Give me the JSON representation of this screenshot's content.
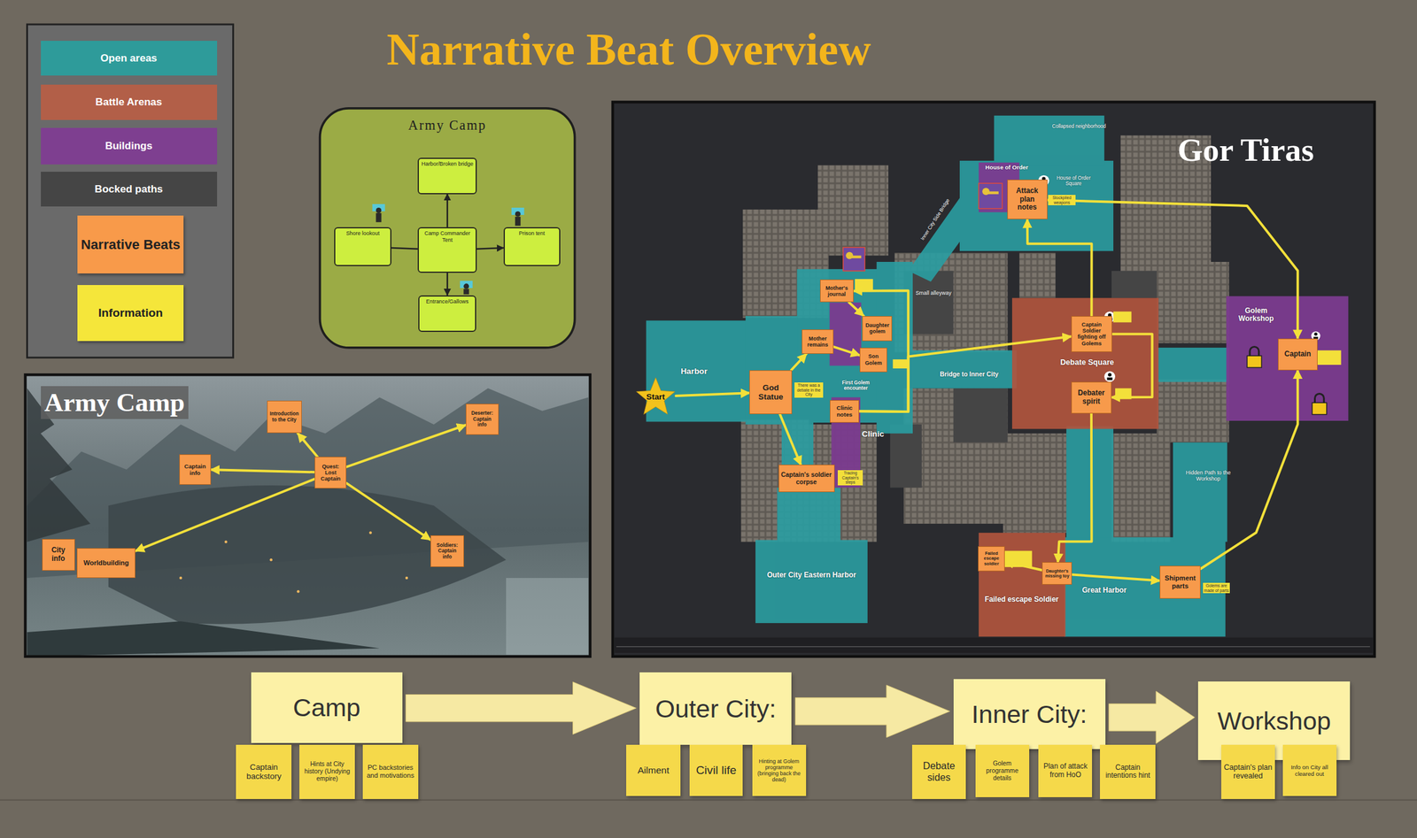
{
  "diagram": {
    "title": "Narrative Beat Overview",
    "nodes": [
      {
        "text": [
          "Army Camp"
        ]
      },
      {
        "text": [
          "Harbor/Broken bridge"
        ],
        "in": 0
      },
      {
        "text": [
          "Shore lookout"
        ],
        "in": 0
      },
      {
        "text": [
          "Camp Commander Tent"
        ],
        "in": 0
      },
      {
        "text": [
          "Prison tent"
        ],
        "in": 0
      },
      {
        "text": [
          "Entrance/Gallows"
        ],
        "in": 0
      },
      {
        "text": [
          "Army Camp"
        ]
      },
      {
        "text": [
          "Introduction to the City"
        ],
        "in": 6
      },
      {
        "text": [
          "Deserter: Captain info"
        ],
        "in": 6
      },
      {
        "text": [
          "Captain info"
        ],
        "in": 6
      },
      {
        "text": [
          "Quest: Lost Captain"
        ],
        "in": 6
      },
      {
        "text": [
          "City info"
        ],
        "in": 6
      },
      {
        "text": [
          "Worldbuilding"
        ],
        "in": 6
      },
      {
        "text": [
          "Soldiers: Captain info"
        ],
        "in": 6
      },
      {
        "text": [
          "Gor Tiras"
        ]
      },
      {
        "text": [
          "Attack plan notes"
        ],
        "in": 14
      },
      {
        "text": [
          "Mother's journal"
        ],
        "in": 14
      },
      {
        "text": [
          "Daughter golem"
        ],
        "in": 14
      },
      {
        "text": [
          "Mother remains"
        ],
        "in": 14
      },
      {
        "text": [
          "Son Golem"
        ],
        "in": 14
      },
      {
        "text": [
          "Captain Soldier fighting off Golems"
        ],
        "in": 14
      },
      {
        "text": [
          "Start"
        ],
        "in": 14
      },
      {
        "text": [
          "God Statue"
        ],
        "in": 14
      },
      {
        "text": [
          "Debater spirit"
        ],
        "in": 14
      },
      {
        "text": [
          "Captain"
        ],
        "in": 14
      },
      {
        "text": [
          "Clinic notes"
        ],
        "in": 14
      },
      {
        "text": [
          "Captain's soldier corpse"
        ],
        "in": 14
      },
      {
        "text": [
          "Failed escape soldier"
        ],
        "in": 14
      },
      {
        "text": [
          "Daughter's missing toy"
        ],
        "in": 14
      },
      {
        "text": [
          "Shipment parts"
        ],
        "in": 14
      },
      {
        "text": [
          "Camp"
        ]
      },
      {
        "text": [
          "Captain backstory"
        ]
      },
      {
        "text": [
          "Hints at City history (Undying empire)"
        ]
      },
      {
        "text": [
          "PC backstories and motivations"
        ]
      },
      {
        "text": [
          "Outer City:"
        ]
      },
      {
        "text": [
          "Ailment"
        ]
      },
      {
        "text": [
          "Civil life"
        ]
      },
      {
        "text": [
          "Hinting at Golem programme (bringing back the dead)"
        ]
      },
      {
        "text": [
          "Inner City:"
        ]
      },
      {
        "text": [
          "Debate sides"
        ]
      },
      {
        "text": [
          "Golem programme details"
        ]
      },
      {
        "text": [
          "Plan of attack from HoO"
        ]
      },
      {
        "text": [
          "Captain intentions hint"
        ]
      },
      {
        "text": [
          "Workshop"
        ]
      },
      {
        "text": [
          "Captain's plan revealed"
        ]
      },
      {
        "text": [
          "Info on City all cleared out"
        ]
      }
    ],
    "edges": [
      {
        "from": 3,
        "to": 1,
        "arrow": "to"
      },
      {
        "from": 3,
        "to": 4,
        "arrow": "to"
      },
      {
        "from": 3,
        "to": 5,
        "arrow": "to"
      },
      {
        "from": 2,
        "to": 3,
        "arrow": "none"
      },
      {
        "from": 10,
        "to": 7,
        "arrow": "to"
      },
      {
        "from": 10,
        "to": 8,
        "arrow": "to"
      },
      {
        "from": 10,
        "to": 9,
        "arrow": "to"
      },
      {
        "from": 10,
        "to": 12,
        "arrow": "to"
      },
      {
        "from": 10,
        "to": 13,
        "arrow": "to"
      },
      {
        "from": 21,
        "to": 22,
        "arrow": "to"
      },
      {
        "from": 22,
        "to": 26,
        "arrow": "to"
      },
      {
        "from": 22,
        "to": 18,
        "arrow": "to"
      },
      {
        "from": 16,
        "to": 17,
        "arrow": "to"
      },
      {
        "from": 18,
        "to": 19,
        "arrow": "to"
      },
      {
        "from": 25,
        "to": 16,
        "arrow": "to"
      },
      {
        "from": 25,
        "to": 20,
        "arrow": "to"
      },
      {
        "from": 20,
        "to": 23,
        "arrow": "to"
      },
      {
        "from": 20,
        "to": 15,
        "arrow": "to"
      },
      {
        "from": 15,
        "to": 24,
        "arrow": "to"
      },
      {
        "from": 23,
        "to": 28,
        "arrow": "to"
      },
      {
        "from": 28,
        "to": 27,
        "arrow": "to"
      },
      {
        "from": 28,
        "to": 29,
        "arrow": "to"
      },
      {
        "from": 29,
        "to": 24,
        "arrow": "to"
      },
      {
        "from": 30,
        "to": 34,
        "arrow": "to"
      },
      {
        "from": 34,
        "to": 38,
        "arrow": "to"
      },
      {
        "from": 38,
        "to": 43,
        "arrow": "to"
      }
    ],
    "labels": [
      "Collapsed neighborhood",
      "House of Order",
      "House of Order Square",
      "Inner City Side Bridge",
      "Small alleyway",
      "Harbor",
      "First Golem encounter",
      "Bridge to Inner City",
      "Debate Square",
      "Golem Workshop",
      "Stockpiled weapons",
      "There was a debate in the City",
      "Clinic",
      "Tracing Captain's steps",
      "Hidden Path to the Workshop",
      "Outer City Eastern Harbor",
      "Failed escape Soldier",
      "Great Harbor",
      "Golems are made of parts"
    ],
    "legend": [
      {
        "text": "Open areas",
        "color": "#2e9b9a"
      },
      {
        "text": "Battle Arenas",
        "color": "#b25f48"
      },
      {
        "text": "Buildings",
        "color": "#7e3f90"
      },
      {
        "text": "Bocked paths",
        "color": "#454545"
      },
      {
        "text": "Narrative Beats",
        "color": "#f89a4a"
      },
      {
        "text": "Information",
        "color": "#f5e63a"
      }
    ]
  }
}
